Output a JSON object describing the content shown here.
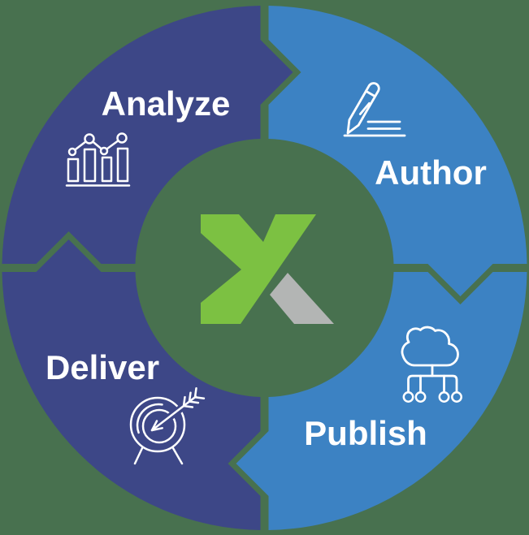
{
  "page": {
    "type": "cycle-diagram-infographic",
    "background_color": "#48714F",
    "label_color": "#FFFFFF",
    "flow_direction": "clockwise"
  },
  "diagram": {
    "segments": [
      {
        "id": "analyze",
        "label": "Analyze",
        "position": "top-left",
        "color": "#3D4787",
        "icon": "bar-chart-icon"
      },
      {
        "id": "author",
        "label": "Author",
        "position": "top-right",
        "color": "#3C82C3",
        "icon": "pencil-icon"
      },
      {
        "id": "publish",
        "label": "Publish",
        "position": "bottom-right",
        "color": "#3C82C3",
        "icon": "cloud-network-icon"
      },
      {
        "id": "deliver",
        "label": "Deliver",
        "position": "bottom-left",
        "color": "#3D4787",
        "icon": "target-arrow-icon"
      }
    ],
    "connectors": "chevron arrows pointing clockwise between all four ring segments",
    "center_logo": {
      "name": "x-logo",
      "shape": "letter X",
      "green_color": "#7CC142",
      "gray_color": "#B3B5B4"
    }
  }
}
